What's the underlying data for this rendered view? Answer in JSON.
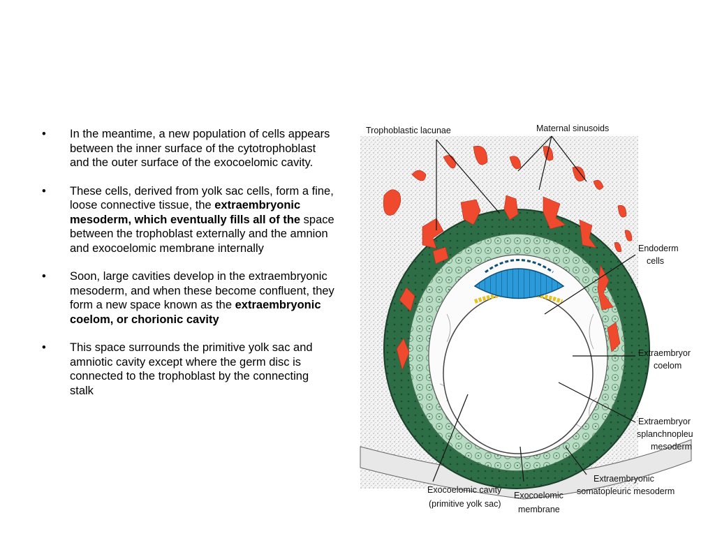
{
  "bullets": [
    {
      "parts": [
        {
          "text": "In the meantime, a new population of cells appears between the inner surface of the cytotrophoblast and the outer surface of the exocoelomic cavity.",
          "bold": false
        }
      ]
    },
    {
      "parts": [
        {
          "text": "These cells, derived from yolk sac cells, form a fine, loose connective tissue, the ",
          "bold": false
        },
        {
          "text": "extraembryonic mesoderm, which eventually fills all of the",
          "bold": true
        },
        {
          "text": " space between the trophoblast externally and the amnion and exocoelomic membrane internally",
          "bold": false
        }
      ]
    },
    {
      "parts": [
        {
          "text": "Soon, large cavities develop in the extraembryonic mesoderm, and when these become confluent, they form a new space known as the ",
          "bold": false
        },
        {
          "text": "extraembryonic coelom, or chorionic cavity",
          "bold": true
        }
      ]
    },
    {
      "parts": [
        {
          "text": "This space surrounds the primitive yolk sac and amniotic cavity except where the germ disc is connected to the trophoblast by the connecting stalk",
          "bold": false
        }
      ]
    }
  ],
  "bullet_glyph": "•",
  "figure": {
    "labels": {
      "trophoblastic_lacunae": "Trophoblastic lacunae",
      "maternal_sinusoids": "Maternal sinusoids",
      "endoderm_cells_1": "Endoderm",
      "endoderm_cells_2": "cells",
      "extraembryonic_coelom_1": "Extraembryor",
      "extraembryonic_coelom_2": "coelom",
      "splanch_1": "Extraembryor",
      "splanch_2": "splanchnopleu",
      "splanch_3": "mesoderm",
      "somato_1": "Extraembryonic",
      "somato_2": "somatopleuric mesoderm",
      "exocoelomic_cavity_1": "Exocoelomic cavity",
      "exocoelomic_cavity_2": "(primitive yolk sac)",
      "exocoelomic_membrane_1": "Exocoelomic",
      "exocoelomic_membrane_2": "membrane"
    },
    "colors": {
      "trophoblast_dark": "#2e6e47",
      "trophoblast_light": "#b9dcc4",
      "lacunae_red": "#f04a2e",
      "amnion_blue": "#2b9ad8",
      "yolk_yellow": "#e6c21f",
      "stipple": "#cfcfcf"
    }
  }
}
